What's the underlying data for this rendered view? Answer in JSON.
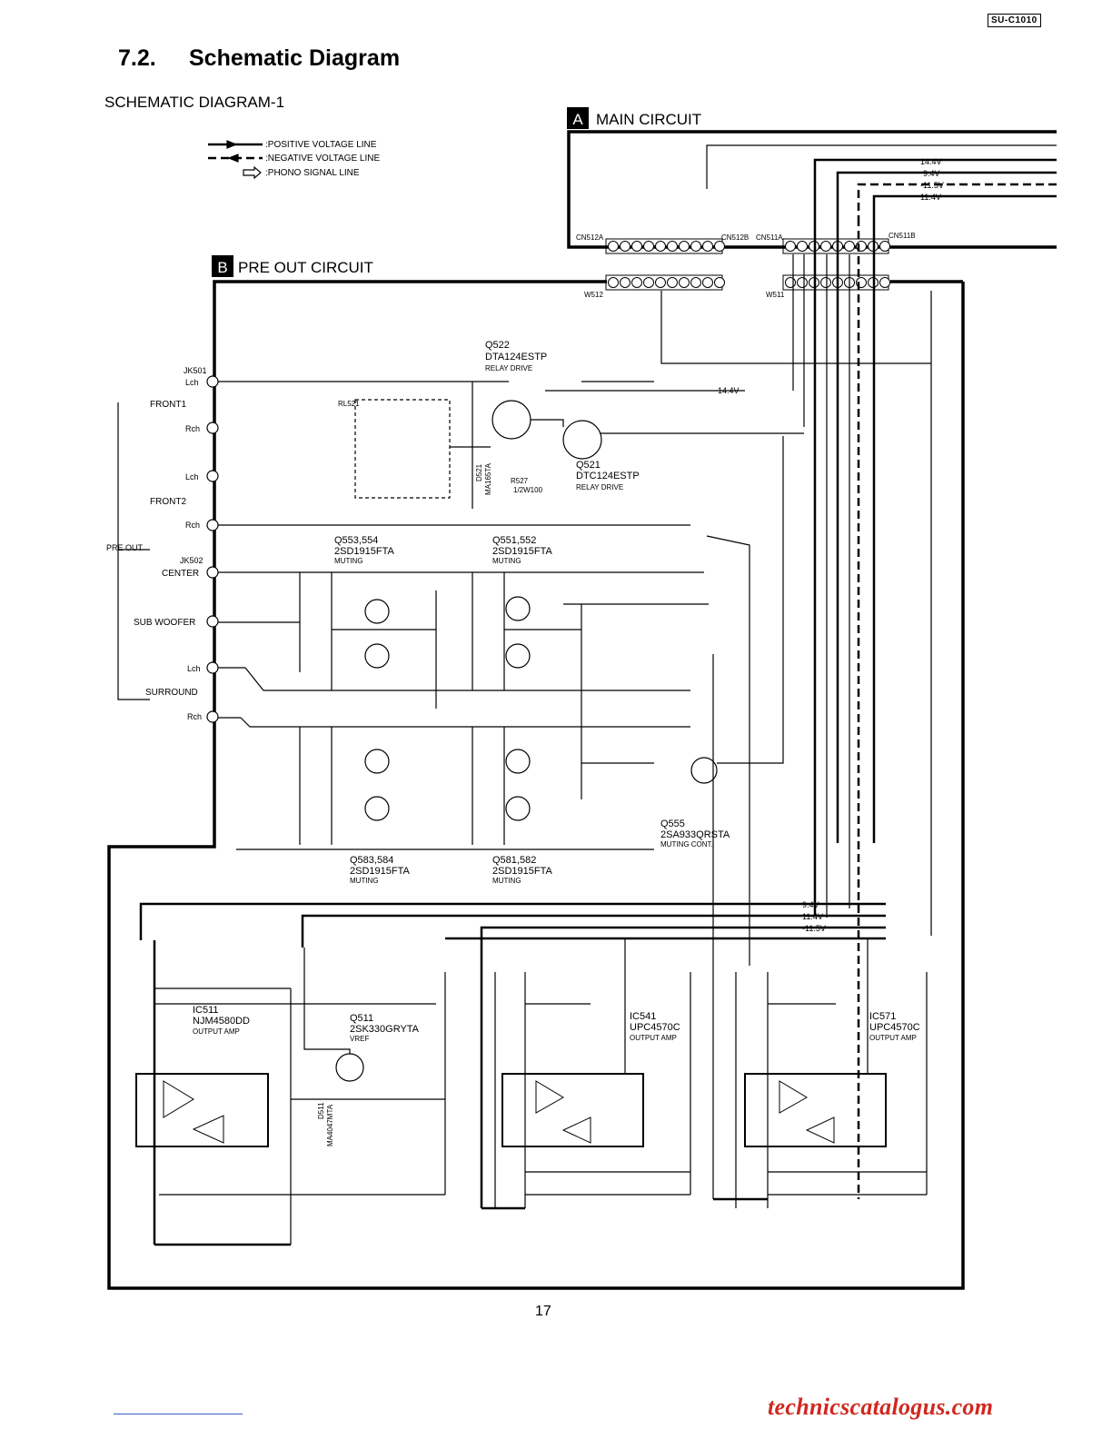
{
  "header": {
    "model": "SU-C1010"
  },
  "section": {
    "number": "7.2.",
    "title": "Schematic Diagram"
  },
  "subtitle": "SCHEMATIC DIAGRAM-1",
  "legend": [
    {
      "label": ":POSITIVE VOLTAGE LINE"
    },
    {
      "label": ":NEGATIVE VOLTAGE LINE"
    },
    {
      "label": ":PHONO SIGNAL LINE"
    }
  ],
  "blocks": [
    {
      "letter": "A",
      "name": "MAIN CIRCUIT"
    },
    {
      "letter": "B",
      "name": "PRE OUT CIRCUIT"
    }
  ],
  "connectors": {
    "cn512a": "CN512A",
    "cn512b": "CN512B",
    "cn511a": "CN511A",
    "cn511b": "CN511B",
    "w512": "W512",
    "w511": "W511"
  },
  "rails": [
    "14.4V",
    "9.4V",
    "-11.5V",
    "11.4V"
  ],
  "jacks": {
    "jk501": "JK501",
    "jk502": "JK502",
    "pre_out": "PRE OUT",
    "front1": "FRONT1",
    "front2": "FRONT2",
    "center": "CENTER",
    "sub_woofer": "SUB WOOFER",
    "surround": "SURROUND",
    "lch": "Lch",
    "rch": "Rch"
  },
  "parts": {
    "q522": {
      "ref": "Q522",
      "type": "DTA124ESTP",
      "func": "RELAY DRIVE"
    },
    "q521": {
      "ref": "Q521",
      "type": "DTC124ESTP",
      "func": "RELAY DRIVE"
    },
    "q553": {
      "ref": "Q553,554",
      "type": "2SD1915FTA",
      "func": "MUTING"
    },
    "q551": {
      "ref": "Q551,552",
      "type": "2SD1915FTA",
      "func": "MUTING"
    },
    "q583": {
      "ref": "Q583,584",
      "type": "2SD1915FTA",
      "func": "MUTING"
    },
    "q581": {
      "ref": "Q581,582",
      "type": "2SD1915FTA",
      "func": "MUTING"
    },
    "q555": {
      "ref": "Q555",
      "type": "2SA933QRSTA",
      "func": "MUTING CONT."
    },
    "ic511": {
      "ref": "IC511",
      "type": "NJM4580DD",
      "func": "OUTPUT AMP"
    },
    "q511": {
      "ref": "Q511",
      "type": "2SK330GRYTA",
      "func": "VREF"
    },
    "ic541": {
      "ref": "IC541",
      "type": "UPC4570C",
      "func": "OUTPUT AMP"
    },
    "ic571": {
      "ref": "IC571",
      "type": "UPC4570C",
      "func": "OUTPUT AMP"
    },
    "rl521": "RL521",
    "d521": "D521",
    "d521_type": "MA165TA",
    "r527": "R527",
    "r527_val": "1/2W100",
    "d511": "D511",
    "d511_type": "MA4047MTA"
  },
  "footer": {
    "page": "17",
    "watermark": "technicscatalogus.com"
  }
}
